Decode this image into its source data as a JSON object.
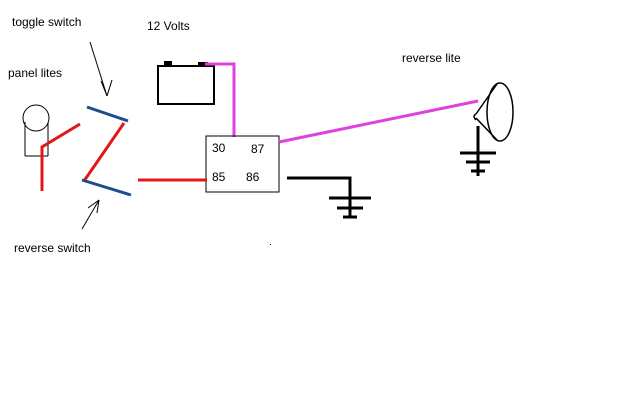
{
  "labels": {
    "toggle_switch": "toggle switch",
    "voltage": "12 Volts",
    "panel_lites": "panel lites",
    "reverse_lite": "reverse lite",
    "reverse_switch": "reverse switch"
  },
  "relay_pins": {
    "p30": "30",
    "p87": "87",
    "p85": "85",
    "p86": "86"
  },
  "colors": {
    "power_wire": "#e040e0",
    "hot_wire": "#e01818",
    "switch_blade": "#1a4f8a",
    "ground": "#000000",
    "outline": "#000000",
    "background": "#ffffff"
  }
}
